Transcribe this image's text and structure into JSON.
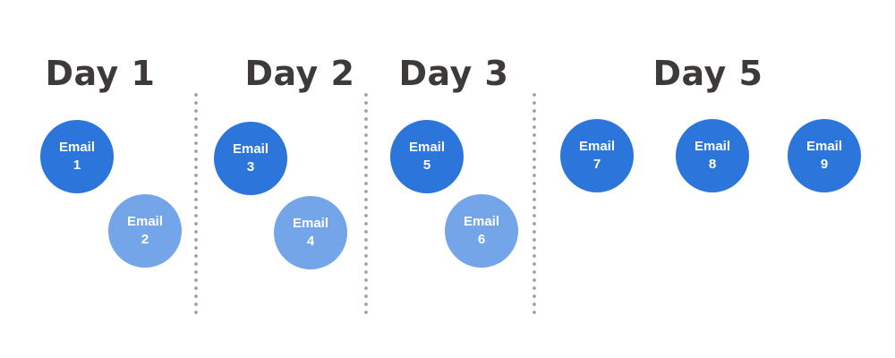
{
  "diagram": {
    "days": [
      {
        "label": "Day 1"
      },
      {
        "label": "Day 2"
      },
      {
        "label": "Day 3"
      },
      {
        "label": "Day 5"
      }
    ],
    "emails": [
      {
        "name": "Email",
        "number": "1",
        "tone": "dark",
        "day": "Day 1"
      },
      {
        "name": "Email",
        "number": "2",
        "tone": "light",
        "day": "Day 1"
      },
      {
        "name": "Email",
        "number": "3",
        "tone": "dark",
        "day": "Day 2"
      },
      {
        "name": "Email",
        "number": "4",
        "tone": "light",
        "day": "Day 2"
      },
      {
        "name": "Email",
        "number": "5",
        "tone": "dark",
        "day": "Day 3"
      },
      {
        "name": "Email",
        "number": "6",
        "tone": "light",
        "day": "Day 3"
      },
      {
        "name": "Email",
        "number": "7",
        "tone": "dark",
        "day": "Day 5"
      },
      {
        "name": "Email",
        "number": "8",
        "tone": "dark",
        "day": "Day 5"
      },
      {
        "name": "Email",
        "number": "9",
        "tone": "dark",
        "day": "Day 5"
      }
    ],
    "colors": {
      "primary_blue": "#2b75db",
      "secondary_blue": "#74a5e8",
      "heading_text": "#3e3a3a",
      "divider_dots": "#9e9e9e",
      "circle_text": "#ffffff",
      "background": "#ffffff"
    }
  }
}
